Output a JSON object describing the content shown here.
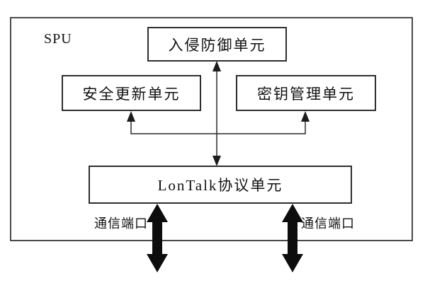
{
  "diagram": {
    "title": "SPU",
    "boxes": {
      "intrusion": "入侵防御单元",
      "update": "安全更新单元",
      "key": "密钥管理单元",
      "lontalk": "LonTalk协议单元"
    },
    "ports": {
      "left": "通信端口",
      "right": "通信端口"
    },
    "connections": [
      {
        "from": "lontalk",
        "to": "intrusion",
        "style": "thin-double-arrow"
      },
      {
        "from": "lontalk",
        "to": "update",
        "style": "thin-arrow-up"
      },
      {
        "from": "lontalk",
        "to": "key",
        "style": "thin-arrow-up"
      },
      {
        "from": "lontalk",
        "to": "port-left",
        "style": "thick-double-arrow"
      },
      {
        "from": "lontalk",
        "to": "port-right",
        "style": "thick-double-arrow"
      }
    ],
    "colors": {
      "background": "#ffffff",
      "outer_border": "#4a4a4a",
      "box_border": "#2e2e2e",
      "line": "#2b2b2b",
      "thick_arrow": "#0d0d0d",
      "text": "#111111"
    }
  }
}
